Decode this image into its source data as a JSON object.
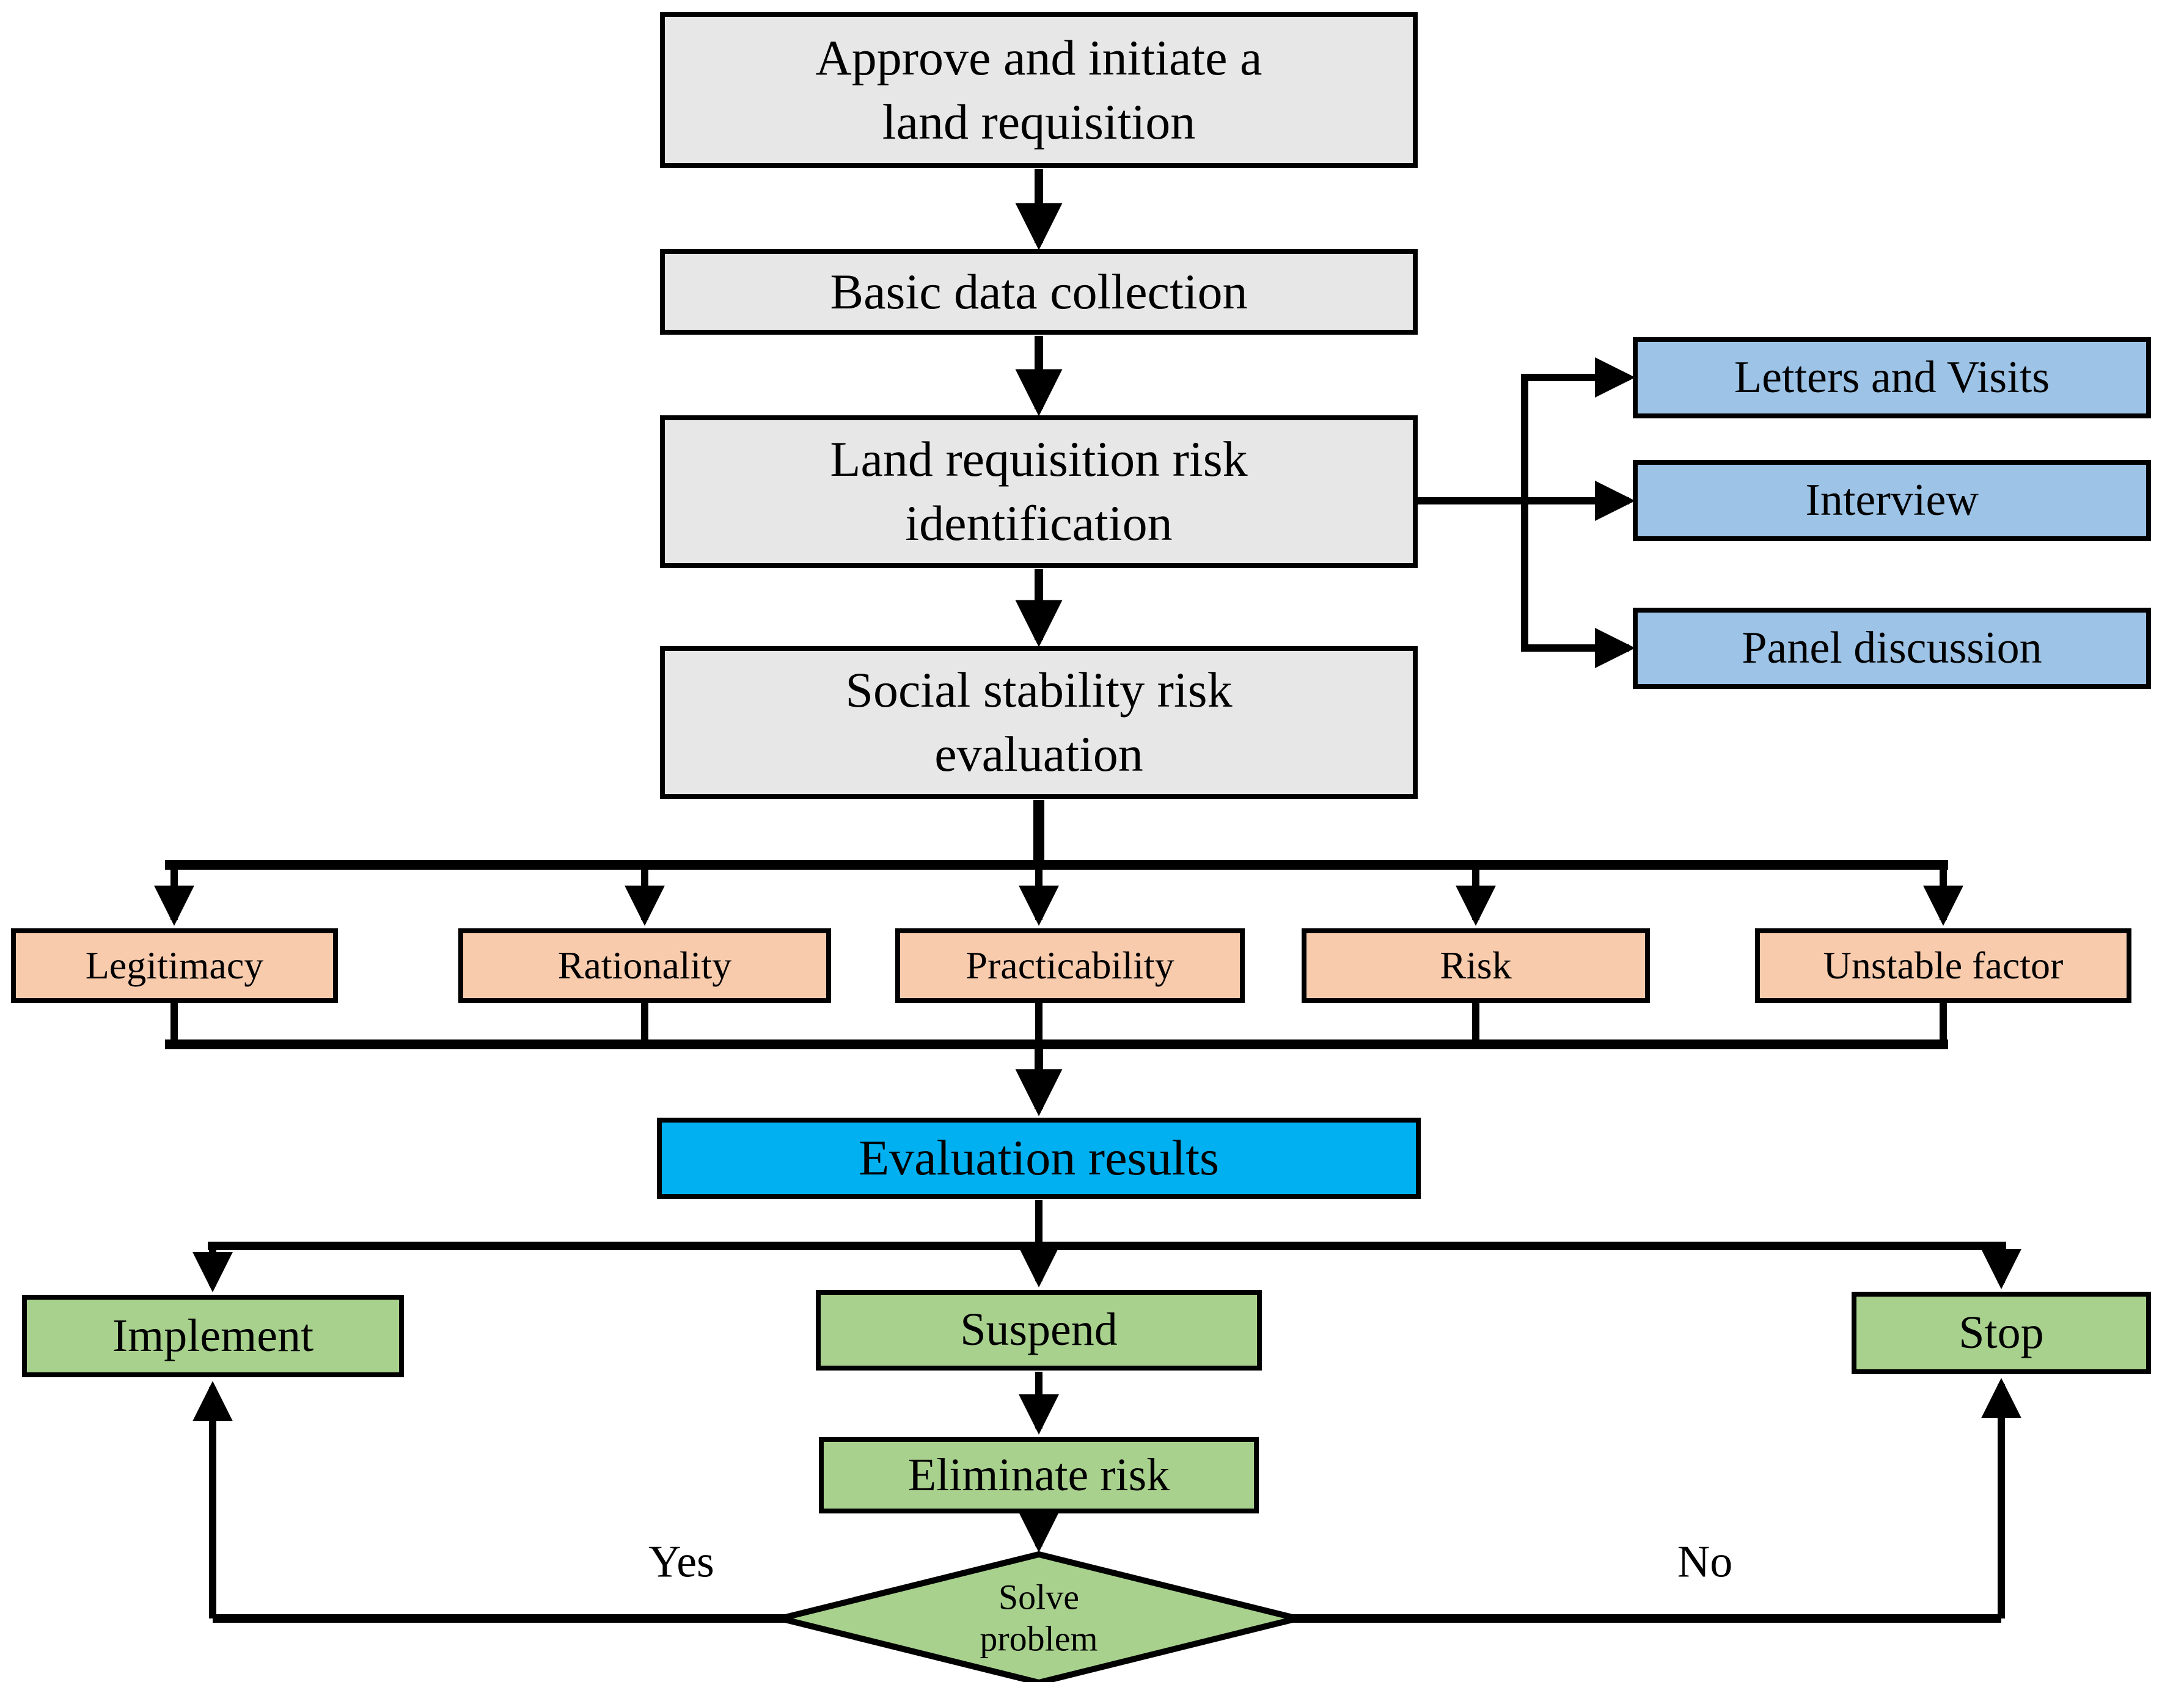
{
  "colors": {
    "process_fill": "#e8e7e7",
    "method_fill": "#9dc3e6",
    "criteria_fill": "#f8cbad",
    "result_fill": "#00b0f0",
    "action_fill": "#a9d18e",
    "line": "#000000"
  },
  "nodes": {
    "approve": {
      "label": "Approve and initiate a\nland requisition"
    },
    "basic": {
      "label": "Basic data collection"
    },
    "identification": {
      "label": "Land requisition risk\nidentification"
    },
    "social": {
      "label": "Social stability risk\nevaluation"
    },
    "letters": {
      "label": "Letters and Visits"
    },
    "interview": {
      "label": "Interview"
    },
    "panel": {
      "label": "Panel discussion"
    },
    "legitimacy": {
      "label": "Legitimacy"
    },
    "rationality": {
      "label": "Rationality"
    },
    "practicability": {
      "label": "Practicability"
    },
    "risk": {
      "label": "Risk"
    },
    "unstable": {
      "label": "Unstable factor"
    },
    "results": {
      "label": "Evaluation results"
    },
    "implement": {
      "label": "Implement"
    },
    "suspend": {
      "label": "Suspend"
    },
    "stop": {
      "label": "Stop"
    },
    "eliminate": {
      "label": "Eliminate risk"
    },
    "solve": {
      "label": "Solve\nproblem"
    }
  },
  "edges": {
    "yes_label": "Yes",
    "no_label": "No"
  }
}
